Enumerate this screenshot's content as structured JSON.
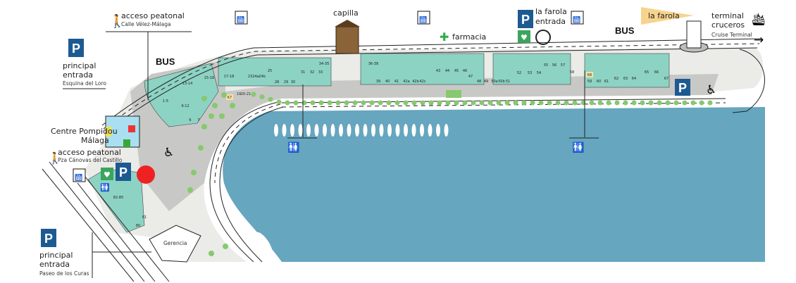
{
  "map": {
    "colors": {
      "water": "#66a6bf",
      "shops": "#8dd3c4",
      "paving": "#c8c8c6",
      "plaza": "#ebebe8",
      "trees": "#86c96e",
      "parking": "#1d5a92",
      "aed": "#3aa55c",
      "lighthouse_beam": "#f7d48e"
    },
    "labels": {
      "parking_symbol": "P",
      "access_velez": {
        "title": "acceso peatonal",
        "sub": "Calle Vélez-Málaga"
      },
      "entrance_loro": {
        "title1": "principal",
        "title2": "entrada",
        "sub": "Esquina del Loro"
      },
      "bus": "BUS",
      "capilla": "capilla",
      "farmacia": "farmacia",
      "farola_entrance": {
        "title1": "la farola",
        "title2": "entrada"
      },
      "lighthouse": "la farola",
      "cruise": {
        "title1": "terminal",
        "title2": "cruceros",
        "sub": "Cruise Terminal"
      },
      "pompidou": {
        "title1": "Centre Pompidou",
        "title2": "Málaga"
      },
      "access_canovas": {
        "title": "acceso peatonal",
        "sub": "Pza Cánovas del Castillo"
      },
      "entrance_curas": {
        "title1": "principal",
        "title2": "entrada",
        "sub": "Paseo de los Curas"
      },
      "gerencia": "Gerencia"
    },
    "units": [
      "1-5",
      "6",
      "7",
      "9-12",
      "13-14",
      "15-16",
      "17-18",
      "19",
      "20-21",
      "23",
      "24a",
      "24b",
      "25",
      "28",
      "29",
      "30",
      "31",
      "32",
      "33",
      "34-35",
      "36-38",
      "39",
      "40",
      "41",
      "42a",
      "42b",
      "42c",
      "43",
      "44",
      "45",
      "46",
      "47",
      "48",
      "49",
      "50a",
      "50b",
      "51",
      "52",
      "53",
      "54",
      "55",
      "56",
      "57",
      "58",
      "59",
      "60",
      "61",
      "62",
      "63",
      "64",
      "65",
      "66",
      "67",
      "80",
      "81",
      "82-85"
    ],
    "kiosks": [
      "K7",
      "K8"
    ],
    "icons": [
      "parking-icon",
      "pedestrian-icon",
      "elevator-icon",
      "escalator-icon",
      "bus-stop",
      "church-icon",
      "pharmacy-cross-icon",
      "aed-defibrillator-icon",
      "lighthouse-icon",
      "cruise-ship-icon",
      "wheelchair-icon",
      "restrooms-icon",
      "arrow-right-icon"
    ]
  }
}
